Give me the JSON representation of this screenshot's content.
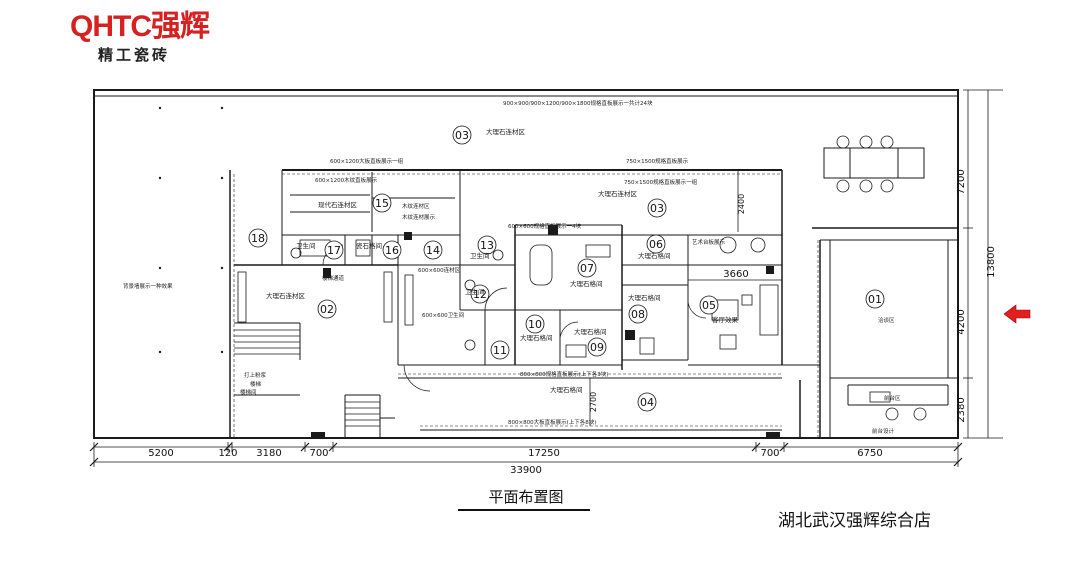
{
  "brand": {
    "name": "QHTC强辉",
    "tagline": "精工瓷砖",
    "color": "#d7201f"
  },
  "plan_title": "平面布置图",
  "store_name": "湖北武汉强辉综合店",
  "entrance_color": "#e02020",
  "rooms": [
    {
      "id": "01",
      "label": ""
    },
    {
      "id": "02",
      "label": "大理石连材区"
    },
    {
      "id": "03",
      "label": "大理石连材区"
    },
    {
      "id": "03",
      "label": "大理石连材区"
    },
    {
      "id": "04",
      "label": "大理石格间"
    },
    {
      "id": "05",
      "label": "客厅效果"
    },
    {
      "id": "06",
      "label": "大理石格间"
    },
    {
      "id": "07",
      "label": "大理石格间"
    },
    {
      "id": "08",
      "label": "大理石格间"
    },
    {
      "id": "09",
      "label": "大理石格间"
    },
    {
      "id": "10",
      "label": "大理石格间"
    },
    {
      "id": "11",
      "label": ""
    },
    {
      "id": "12",
      "label": "卫生间"
    },
    {
      "id": "13",
      "label": "卫生间"
    },
    {
      "id": "14",
      "label": ""
    },
    {
      "id": "15",
      "label": "现代石连材区"
    },
    {
      "id": "16",
      "label": "瓷石格间"
    },
    {
      "id": "17",
      "label": "卫生间"
    },
    {
      "id": "18",
      "label": ""
    }
  ],
  "notes": [
    "900×900/900×1200/900×1800规格直板展示一共计24块",
    "600×1200大板直板展示一组",
    "600×1200木纹直板展示",
    "750×1500规格直板展示",
    "750×1500规格直板展示一组",
    "木纹连材区",
    "木纹连材展示",
    "600×600连材区",
    "600×600卫生间",
    "600×600规格直板展示一4块",
    "800×800规格直板展示(上下各3块)",
    "800×800大板直板展示(上下各8块)",
    "艺术台板展示",
    "背景墙展示一种效果",
    "洽谈区",
    "前台设计",
    "楼梯通道",
    "打上粉浆",
    "楼梯",
    "楼梯间",
    "前台区"
  ],
  "dimensions": {
    "bottom": [
      "5200",
      "120",
      "3180",
      "700",
      "17250",
      "700",
      "6750"
    ],
    "total": "33900",
    "right": [
      "7200",
      "13800",
      "4200",
      "2380"
    ],
    "inner": [
      "3660",
      "2400",
      "2700"
    ]
  }
}
